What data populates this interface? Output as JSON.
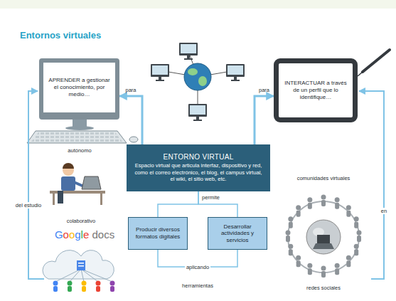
{
  "diagram": {
    "title": "Entornos virtuales",
    "nodes": [
      {
        "text": [
          "APRENDER a gestionar el conocimiento, por medio…"
        ]
      },
      {
        "text": [
          "INTERACTUAR a través de un perfil que lo identifique…"
        ]
      },
      {
        "text": [
          "ENTORNO VIRTUAL",
          "Espacio virtual que articula interfaz, dispositivo y red, como el correo electrónico, el blog, el campus virtual, el wiki, el sitio web, etc."
        ]
      },
      {
        "text": [
          "Producir diversos formatos digitales"
        ]
      },
      {
        "text": [
          "Desarrollar actividades y servicios"
        ]
      }
    ],
    "edges": [
      {
        "from": 2,
        "to": 0,
        "arrow": "to",
        "label": "para"
      },
      {
        "from": 2,
        "to": 1,
        "arrow": "to",
        "label": "para"
      },
      {
        "from": 2,
        "to": 3,
        "arrow": "none"
      },
      {
        "from": 2,
        "to": 4,
        "arrow": "none"
      },
      {
        "from": 3,
        "to": 4,
        "arrow": "none",
        "label": "aplicando"
      }
    ],
    "labels": [
      "autónomo",
      "del estudio",
      "colaborativo",
      "Google docs",
      "comunidades virtuales",
      "redes sociales",
      "en",
      "permite",
      "herramientas"
    ]
  }
}
